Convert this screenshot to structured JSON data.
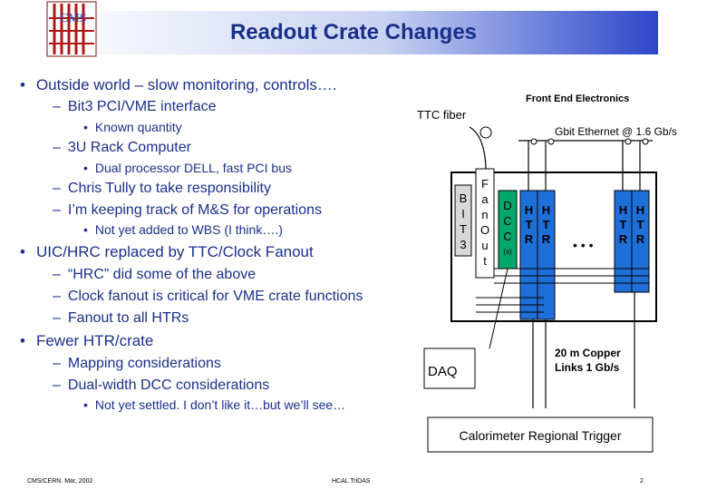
{
  "slide": {
    "title": "Readout Crate Changes",
    "logo_text": "CMS",
    "bullets": [
      {
        "level": 1,
        "marker": "•",
        "text": "Outside world – slow monitoring, controls…."
      },
      {
        "level": 2,
        "marker": "–",
        "text": "Bit3 PCI/VME interface"
      },
      {
        "level": 3,
        "marker": "•",
        "text": "Known quantity"
      },
      {
        "level": 2,
        "marker": "–",
        "text": "3U Rack Computer"
      },
      {
        "level": 3,
        "marker": "•",
        "text": "Dual processor DELL, fast PCI bus"
      },
      {
        "level": 2,
        "marker": "–",
        "text": "Chris Tully to take responsibility"
      },
      {
        "level": 2,
        "marker": "–",
        "text": "I’m keeping track of M&S for operations"
      },
      {
        "level": 3,
        "marker": "•",
        "text": "Not yet added to WBS (I think….)"
      },
      {
        "level": 1,
        "marker": "•",
        "text": "UIC/HRC replaced by TTC/Clock Fanout"
      },
      {
        "level": 2,
        "marker": "–",
        "text": "“HRC” did some of the above"
      },
      {
        "level": 2,
        "marker": "–",
        "text": "Clock fanout is critical for VME crate functions"
      },
      {
        "level": 2,
        "marker": "–",
        "text": "Fanout to all HTRs"
      },
      {
        "level": 1,
        "marker": "•",
        "text": "Fewer HTR/crate"
      },
      {
        "level": 2,
        "marker": "–",
        "text": "Mapping considerations"
      },
      {
        "level": 2,
        "marker": "–",
        "text": "Dual-width DCC considerations"
      },
      {
        "level": 3,
        "marker": "•",
        "text": "Not yet settled.  I don’t like it…but we’ll see…"
      }
    ],
    "footer": {
      "left": "CMS/CERN. Mar, 2002",
      "center": "HCAL TriDAS",
      "page": "2"
    }
  },
  "diagram": {
    "front_end_label": "Front End Electronics",
    "ttc_fiber_label": "TTC fiber",
    "gbit_label": "Gbit Ethernet @ 1.6 Gb/s",
    "bit3_letters": [
      "B",
      "I",
      "T",
      "3"
    ],
    "fanout_letters": [
      "F",
      "a",
      "n",
      "O",
      "u",
      "t"
    ],
    "dcc_letters": [
      "D",
      "C",
      "C"
    ],
    "dcc_sub": "(s)",
    "htr_letters": [
      "H",
      "T",
      "R"
    ],
    "ellipsis": "• • •",
    "copper_label_1": "20 m Copper",
    "copper_label_2": "Links 1 Gb/s",
    "daq_label": "DAQ",
    "crt_label": "Calorimeter Regional Trigger",
    "colors": {
      "module_fill": "#d8d8d8",
      "fanout_fill": "#ffffff",
      "dcc_fill": "#00a86b",
      "htr_fill": "#1f6fd8",
      "frame": "#000000"
    }
  }
}
